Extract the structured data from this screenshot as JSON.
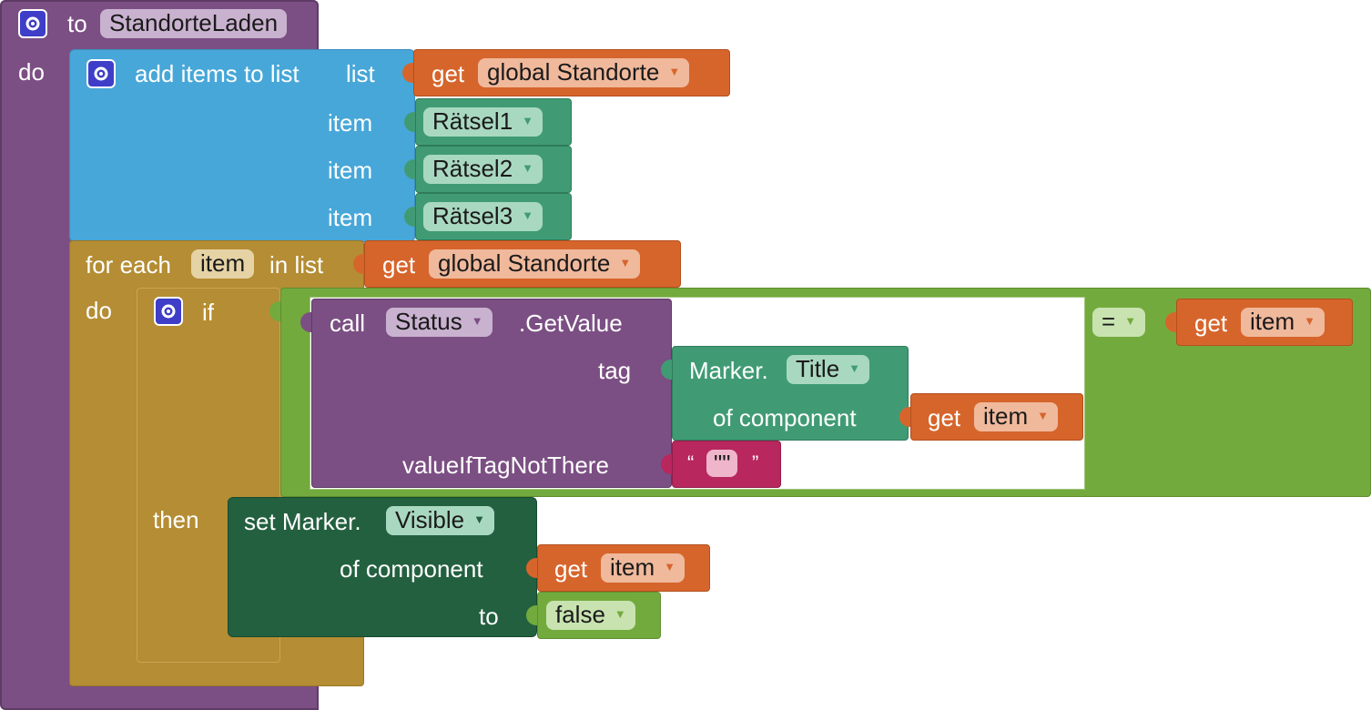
{
  "procedure": {
    "keyword_to": "to",
    "name": "StandorteLaden",
    "keyword_do": "do"
  },
  "add_items": {
    "title": "add items to list",
    "list_label": "list",
    "list_get": {
      "get_label": "get",
      "variable": "global Standorte"
    },
    "item_label": "item",
    "items": [
      "Rätsel1",
      "Rätsel2",
      "Rätsel3"
    ]
  },
  "for_each": {
    "for_each_label": "for each",
    "variable": "item",
    "in_list_label": "in list",
    "list_get": {
      "get_label": "get",
      "variable": "global Standorte"
    },
    "do_label": "do"
  },
  "if_block": {
    "if_label": "if",
    "then_label": "then",
    "compare_op": "=",
    "compare_get": {
      "get_label": "get",
      "variable": "item"
    }
  },
  "call_block": {
    "call_label": "call",
    "component": "Status",
    "method": ".GetValue",
    "tag_label": "tag",
    "value_label": "valueIfTagNotThere",
    "tag_prop": {
      "component_label": "Marker.",
      "property": "Title",
      "of_component_label": "of component",
      "get": {
        "get_label": "get",
        "variable": "item"
      }
    },
    "text": {
      "open_quote": "“",
      "value": "\"\"",
      "close_quote": "”"
    }
  },
  "set_block": {
    "set_label": "set Marker.",
    "property": "Visible",
    "of_component_label": "of component",
    "get": {
      "get_label": "get",
      "variable": "item"
    },
    "to_label": "to",
    "value": "false"
  },
  "icons": {
    "mutator": "gear-icon",
    "dropdown": "triangle-down"
  },
  "colors": {
    "procedure": "#7b4f83",
    "list": "#47a7d8",
    "control": "#b48d34",
    "logic": "#73aa3e",
    "variable": "#d6652c",
    "component_property": "#409b74",
    "component_setter": "#23603f",
    "text": "#b8275e"
  }
}
